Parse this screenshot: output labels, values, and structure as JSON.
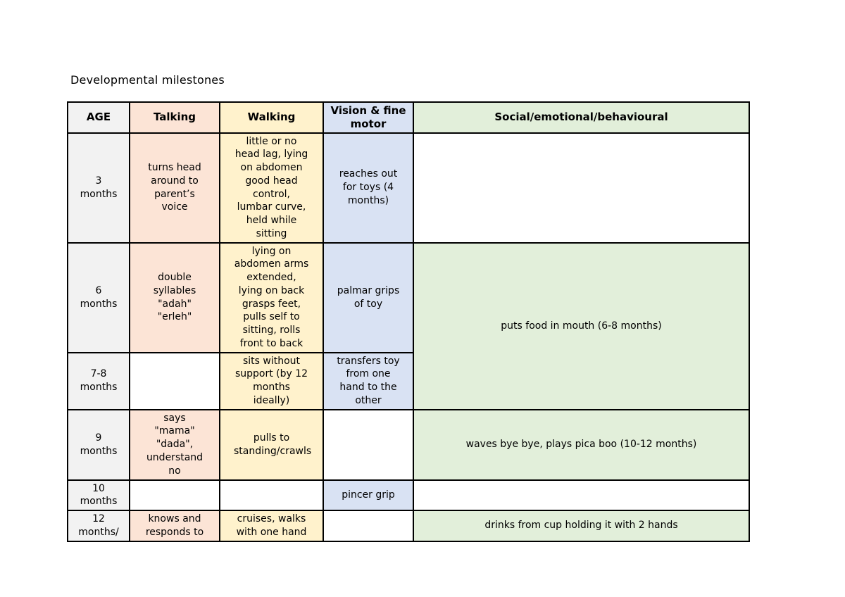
{
  "title": "Developmental milestones",
  "table": {
    "header": {
      "age": "AGE",
      "talking": "Talking",
      "walking": "Walking",
      "vision": "Vision & fine motor",
      "social": "Social/emotional/behavioural"
    },
    "rows": [
      {
        "age": "3 months",
        "talking": "turns head around to parent’s voice",
        "walking": "little or no head lag, lying on abdomen good head control, lumbar curve, held while sitting",
        "vision": "reaches out for toys (4 months)",
        "social": ""
      },
      {
        "age": "6 months",
        "talking": "double syllables \"adah\" \"erleh\"",
        "walking": "lying on abdomen arms extended, lying on back grasps feet, pulls self to sitting, rolls front to back",
        "vision": "palmar grips of toy",
        "social": "puts food in mouth (6-8 months)"
      },
      {
        "age": "7-8 months",
        "talking": "",
        "walking": "sits without support (by 12 months ideally)",
        "vision": "transfers toy from one hand to the other"
      },
      {
        "age": "9 months",
        "talking": "says \"mama\" \"dada\", understand no",
        "walking": "pulls to standing/crawls",
        "vision": "",
        "social": "waves bye bye, plays pica boo (10-12 months)"
      },
      {
        "age": "10 months",
        "talking": "",
        "walking": "",
        "vision": "pincer grip",
        "social": ""
      },
      {
        "age": "12 months/",
        "talking": "knows and responds to",
        "walking": "cruises, walks with one hand",
        "vision": "",
        "social": "drinks from cup holding it with 2 hands"
      }
    ]
  },
  "colors": {
    "age_column": "#f2f2f2",
    "talking_column": "#fce4d6",
    "walking_column": "#fff2cc",
    "vision_column": "#d9e2f3",
    "social_column": "#e2efda",
    "empty_cell": "#ffffff",
    "border": "#000000",
    "page_background": "#ffffff"
  }
}
